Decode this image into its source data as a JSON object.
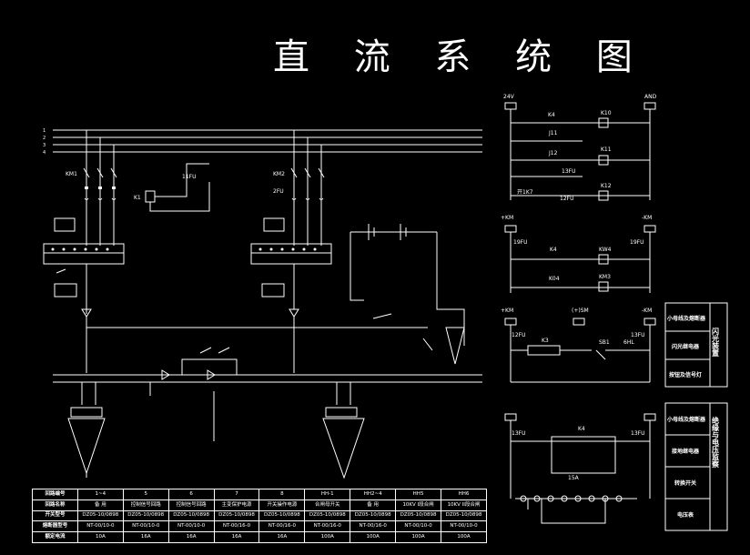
{
  "title": "直 流 系 统 图",
  "labels": {
    "km1": "KM1",
    "km2": "KM2",
    "k1": "K1",
    "f11": "11FU",
    "f2": "2FU",
    "v24": "24V",
    "and": "AND",
    "k4": "K4",
    "k10": "K10",
    "j11": "J11",
    "j12": "J12",
    "k11": "K11",
    "f13": "13FU",
    "k12": "K12",
    "f12": "12FU",
    "jx": "开1K7",
    "km": "-KM",
    "pkm": "+KM",
    "f19": "19FU",
    "kw4": "KW4",
    "k04": "K04",
    "km3": "KM3",
    "f12b": "12FU",
    "pm": "(+)SM",
    "k3": "K3",
    "sb1": "SB1",
    "shl": "6HL",
    "f13b": "13FU",
    "f15": "15A"
  },
  "side_panel_1": {
    "rows": [
      "小母线及熔断器",
      "闪光继电器",
      "按钮及信号灯"
    ],
    "vertical": "闪光装置"
  },
  "side_panel_2": {
    "rows": [
      "小母线及熔断器",
      "接地继电器",
      "转换开关",
      "电压表"
    ],
    "vertical": "绝缘与电压监察"
  },
  "table": {
    "headers": [
      "回路编号",
      "回路名称",
      "开关型号",
      "熔断器型号",
      "额定电流"
    ],
    "columns": [
      [
        "1~4",
        "备 用",
        "DZ05-10/0898",
        "NT-00/10-0",
        "10A"
      ],
      [
        "5",
        "控制信号回路",
        "DZ05-10/0898",
        "NT-00/10-0",
        "16A"
      ],
      [
        "6",
        "控制信号回路",
        "DZ05-10/0898",
        "NT-00/10-0",
        "16A"
      ],
      [
        "7",
        "主变保护电源",
        "DZ05-10/0898",
        "NT-00/16-0",
        "16A"
      ],
      [
        "8",
        "开关操作电源",
        "DZ05-10/0898",
        "NT-00/16-0",
        "16A"
      ],
      [
        "HH-1",
        "合闸母开关",
        "DZ05-10/0898",
        "NT-00/16-0",
        "100A"
      ],
      [
        "HH2~4",
        "备 用",
        "DZ05-10/0898",
        "NT-00/16-0",
        "100A"
      ],
      [
        "HH5",
        "10KV I段合闸",
        "DZ05-10/0898",
        "NT-00/10-0",
        "100A"
      ],
      [
        "HH6",
        "10KV II段合闸",
        "DZ05-10/0898",
        "NT-00/10-0",
        "100A"
      ]
    ]
  }
}
